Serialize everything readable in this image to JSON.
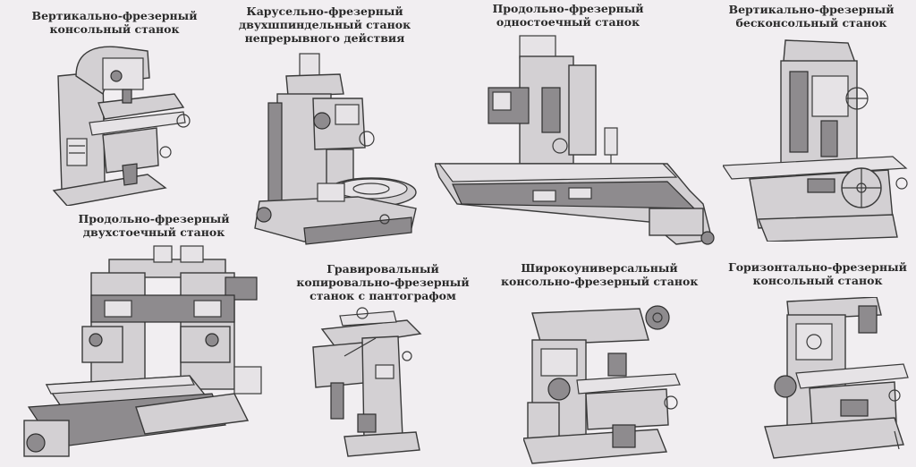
{
  "captions": {
    "vertical_console": [
      "Вертикально-фрезерный",
      "консольный станок"
    ],
    "carousel": [
      "Карусельно-фрезерный",
      "двухшпиндельный станок",
      "непрерывного действия"
    ],
    "planer_single": [
      "Продольно-фрезерный",
      "одностоечный станок"
    ],
    "vertical_consoleless": [
      "Вертикально-фрезерный",
      "бесконсольный станок"
    ],
    "planer_double": [
      "Продольно-фрезерный",
      "двухстоечный станок"
    ],
    "engraving": [
      "Гравировальный",
      "копировально-фрезерный",
      "станок с пантографом"
    ],
    "wide_universal": [
      "Широкоуниверсальный",
      "консольно-фрезерный станок"
    ],
    "horizontal_console": [
      "Горизонтально-фрезерный",
      "консольный станок"
    ]
  }
}
